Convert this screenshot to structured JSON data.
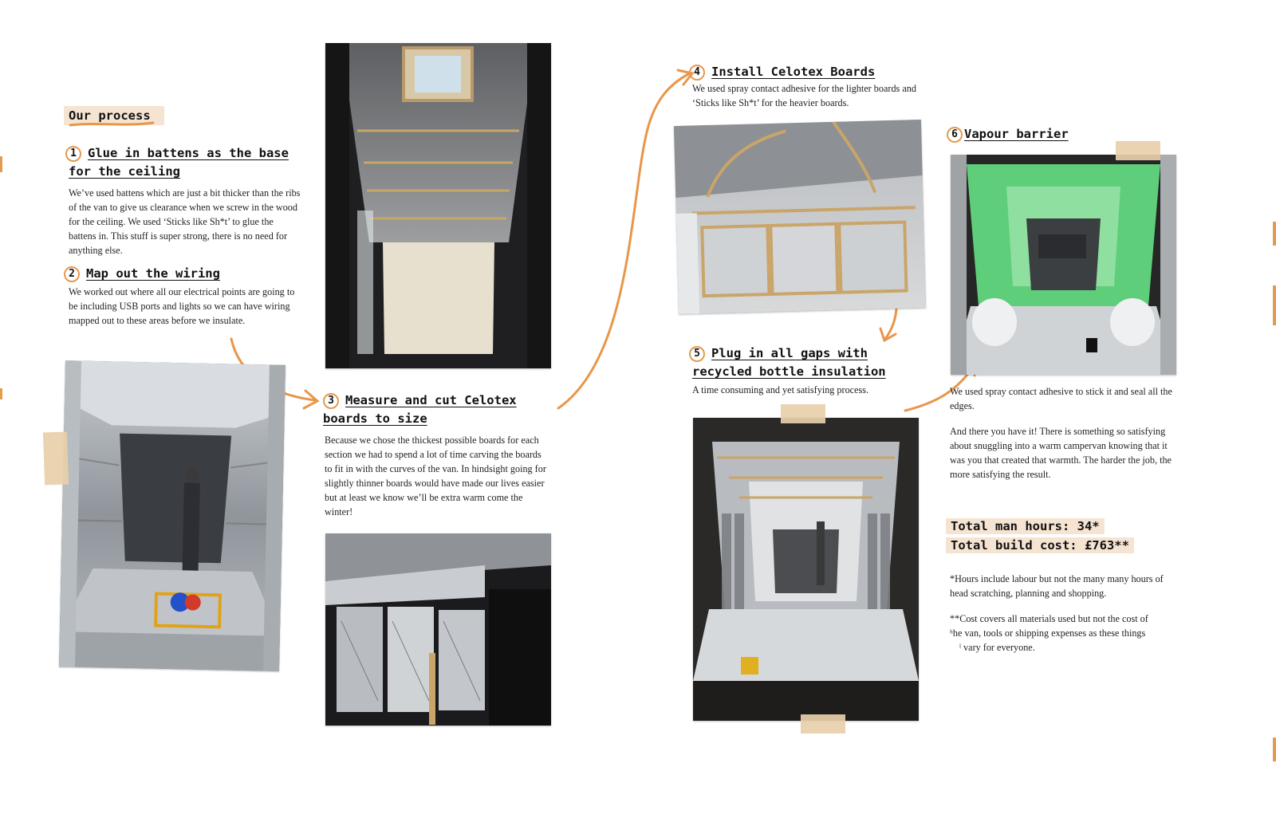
{
  "title": "Our process",
  "steps": [
    {
      "num": "1",
      "heading_line1": "Glue in battens as the base",
      "heading_line2": "for the ceiling",
      "body": "We’ve used battens which are just a bit thicker than the ribs of the van to give us clearance when we screw in the wood for the ceiling. We used ‘Sticks like Sh*t’ to glue the battens in. This stuff is super strong, there is no need for anything else."
    },
    {
      "num": "2",
      "heading_line1": "Map out the wiring",
      "body": "We worked out where all our electrical points are going to be including USB ports and lights so we can have wiring mapped out to these areas before we insulate."
    },
    {
      "num": "3",
      "heading_line1": "Measure and cut Celotex",
      "heading_line2": "boards to size",
      "body": "Because we chose the thickest possible boards for each section we had to spend a lot of time carving the boards to fit in with the curves of the van. In hindsight going for slightly thinner boards would have made our lives easier but at least we know we’ll be extra warm come the winter!"
    },
    {
      "num": "4",
      "heading_line1": "Install Celotex Boards",
      "body": "We used spray contact adhesive for the lighter boards and ‘Sticks like Sh*t’ for the heavier boards."
    },
    {
      "num": "5",
      "heading_line1": "Plug in all gaps with",
      "heading_line2": "recycled bottle insulation",
      "body": "A time consuming and yet satisfying process."
    },
    {
      "num": "6",
      "heading_line1": "Vapour barrier",
      "body": "We used spray contact adhesive to stick it and seal all the edges."
    }
  ],
  "closing": "And there you have it! There is something so satisfying about snuggling into a warm campervan knowing that it was you that created that warmth. The harder the job, the more satisfying the result.",
  "totals": {
    "hours": "Total man hours: 34*",
    "cost": "Total build cost: £763**"
  },
  "footnotes": {
    "hours_note": "*Hours include labour but not the many many hours of head scratching, planning and shopping.",
    "cost_note_line1": "**Cost covers all materials used but not the cost of",
    "cost_note_line2": "ʰhe van, tools or shipping expenses as these things",
    "cost_note_line3": "ˡ vary for everyone."
  },
  "colors": {
    "accent": "#e59a4e",
    "tape": "#e8cfaa",
    "highlight": "#f6e4d2"
  }
}
